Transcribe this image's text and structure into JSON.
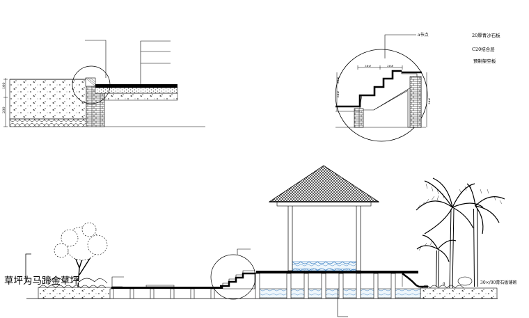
{
  "detail_callout": {
    "label": "a节点",
    "notes": [
      "20厚青沙石板",
      "C20结合层",
      "预制架空板"
    ],
    "dims": [
      "3##",
      "3##",
      "3##",
      "6##",
      "3##"
    ]
  },
  "section_detail": {
    "dims": [
      "100",
      "200"
    ]
  },
  "elevation": {
    "left_caption": "草坪为马蹄金草坪",
    "right_note": "30×/00青石板铺砌",
    "marker": "a"
  }
}
